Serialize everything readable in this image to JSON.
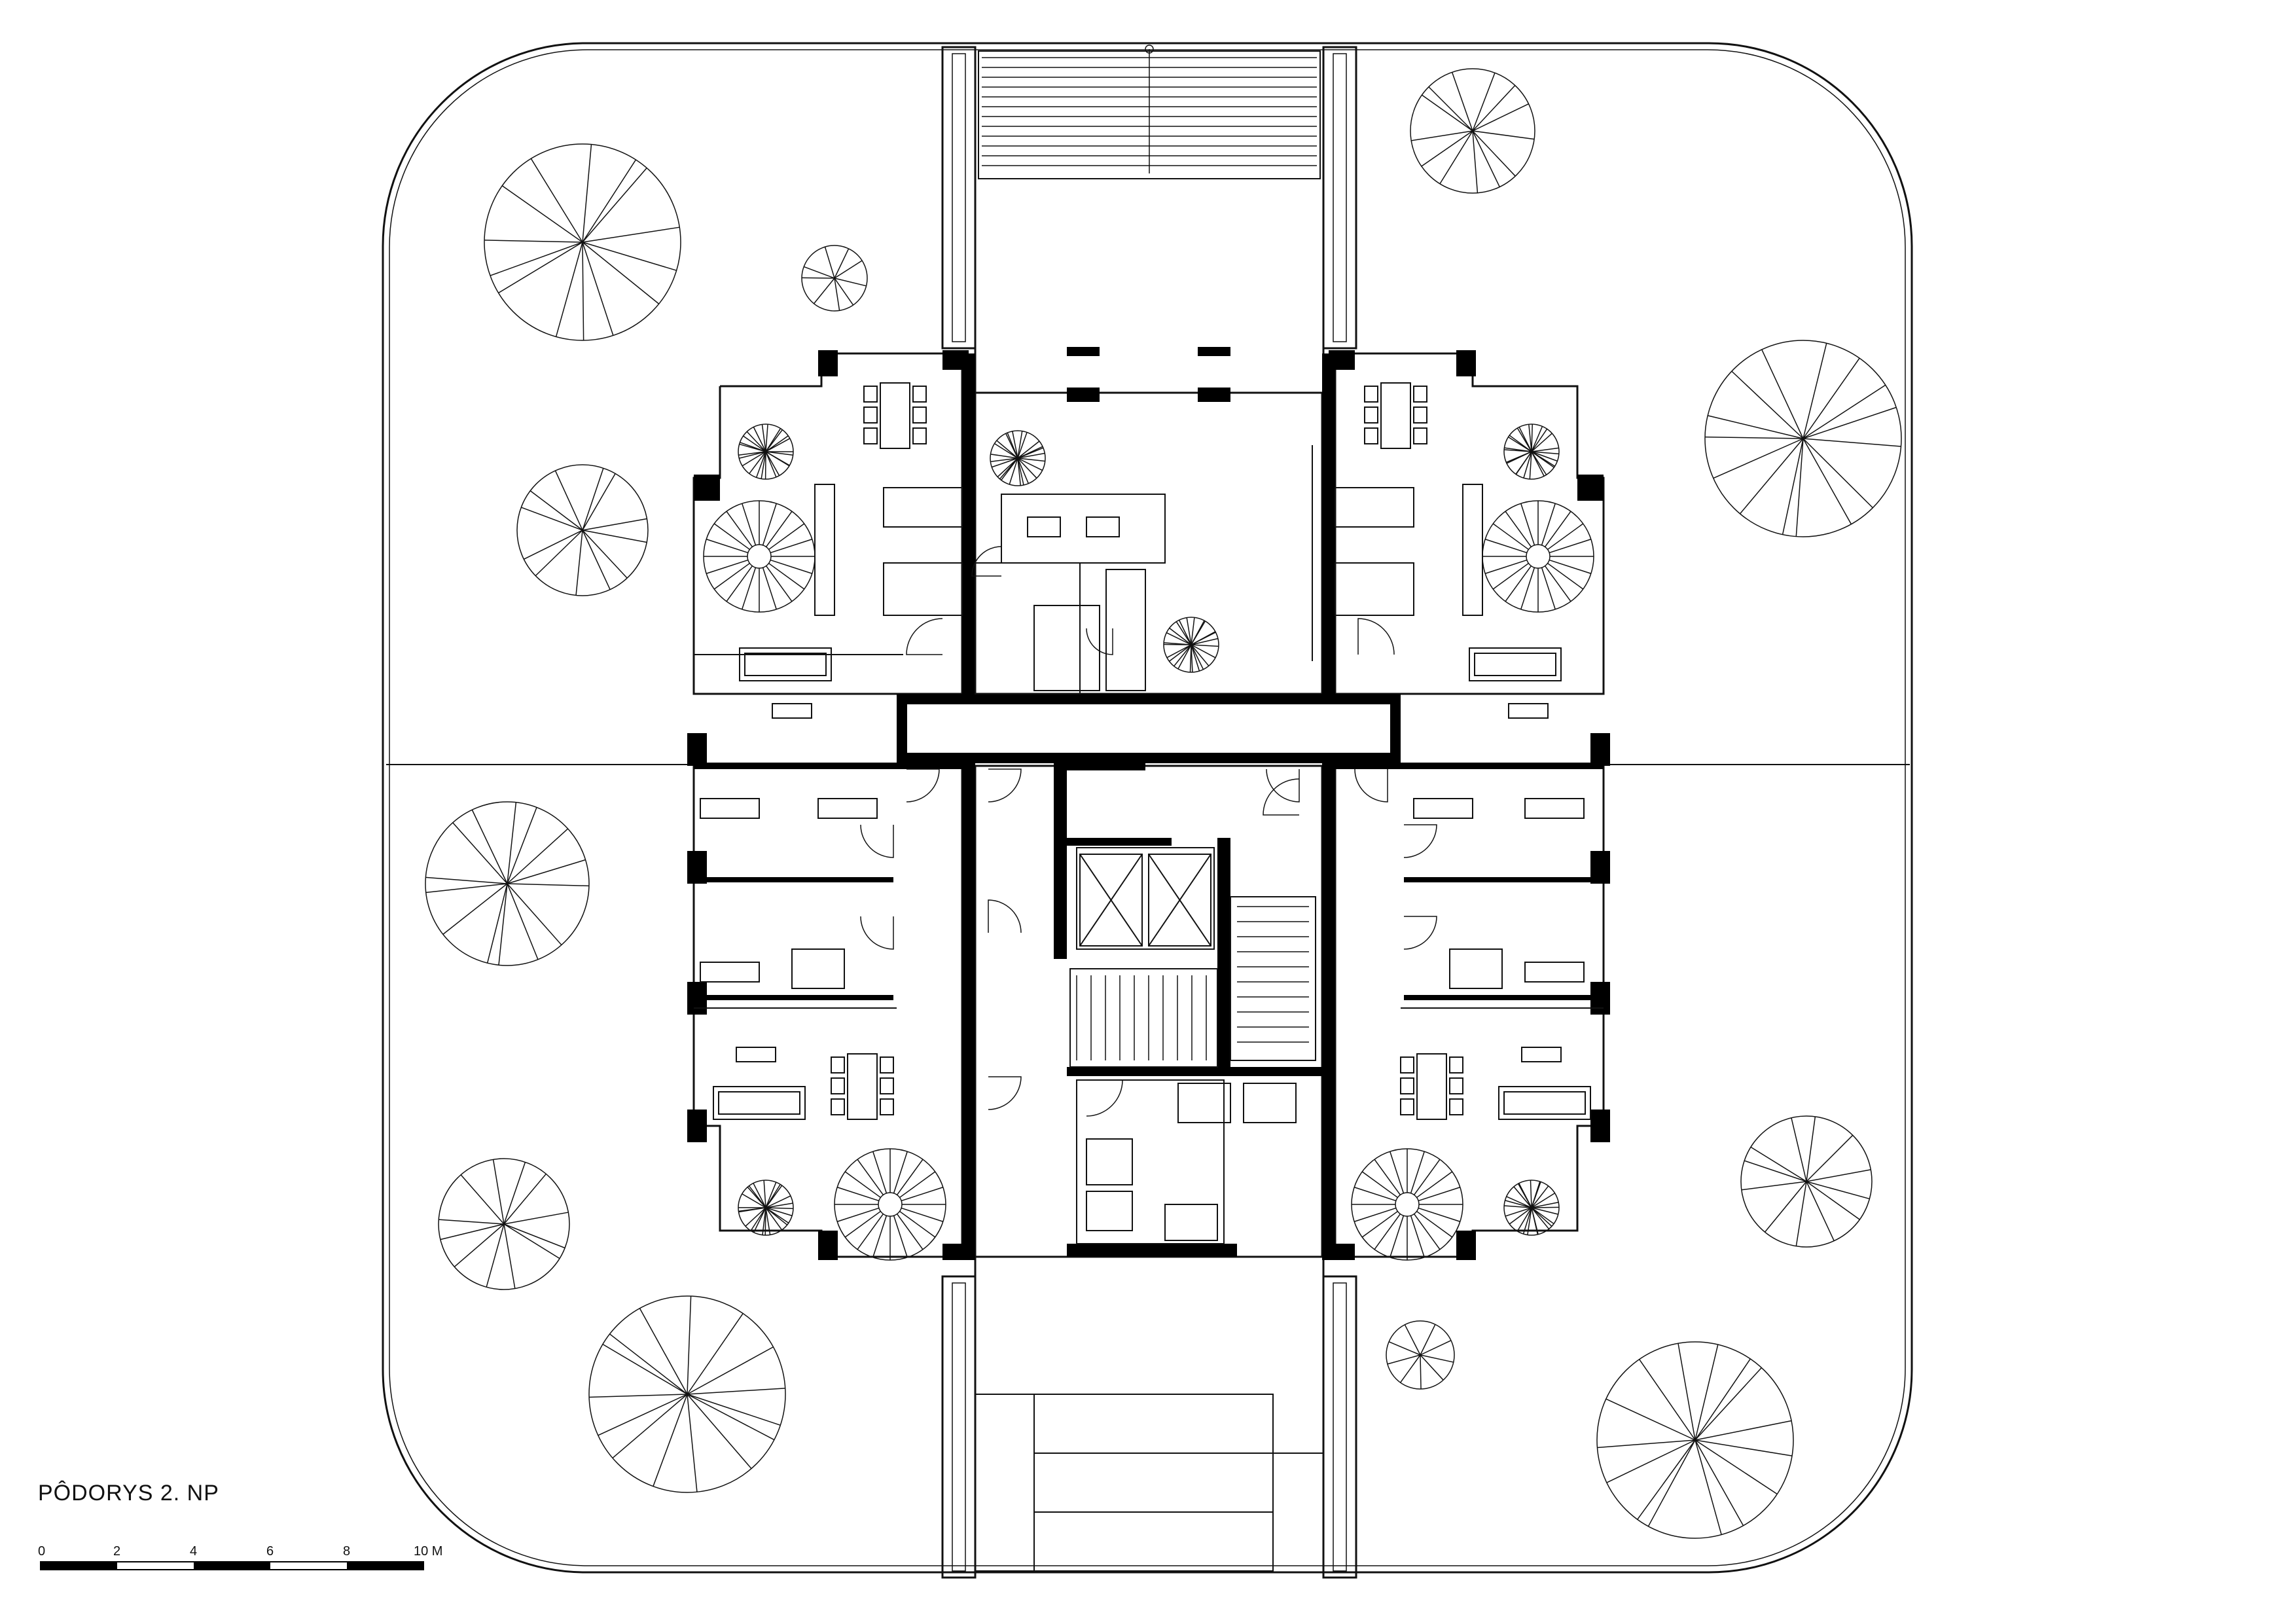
{
  "title": "PÔDORYS 2. NP",
  "scale_bar": {
    "ticks": [
      "0",
      "2",
      "4",
      "6",
      "8",
      "10 M"
    ]
  },
  "colors": {
    "line": "#111111",
    "wall": "#000000",
    "background": "#ffffff"
  }
}
